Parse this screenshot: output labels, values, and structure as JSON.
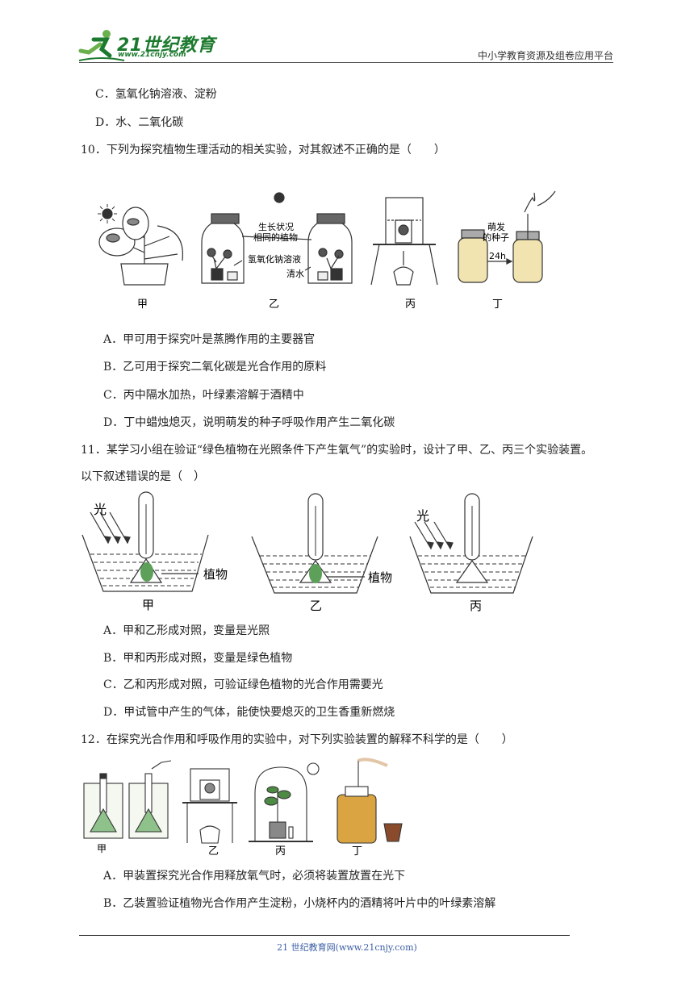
{
  "header": {
    "logo_text": "21世纪教育",
    "logo_url_text": "www.21cnjy.com",
    "platform": "中小学教育资源及组卷应用平台"
  },
  "q9_options": {
    "c": "C．氢氧化钠溶液、淀粉",
    "d": "D．水、二氧化碳"
  },
  "q10": {
    "stem": "10．下列为探究植物生理活动的相关实验，对其叙述不正确的是（　　）",
    "figure_labels": {
      "jia": "甲",
      "yi": "乙",
      "bing": "丙",
      "ding": "丁",
      "same_plants": "生长状况\n相同的植物",
      "same_plants_1": "生长状况",
      "same_plants_2": "相同的植物",
      "naoh": "氢氧化钠溶液",
      "water": "清水",
      "seeds_1": "萌发",
      "seeds_2": "的种子",
      "time": "24h"
    },
    "options": {
      "a": "A．甲可用于探究叶是蒸腾作用的主要器官",
      "b": "B．乙可用于探究二氧化碳是光合作用的原料",
      "c": "C．丙中隔水加热，叶绿素溶解于酒精中",
      "d": "D．丁中蜡烛熄灭，说明萌发的种子呼吸作用产生二氧化碳"
    }
  },
  "q11": {
    "stem_1": "11．某学习小组在验证“绿色植物在光照条件下产生氧气”的实验时，设计了甲、乙、丙三个实验装置。",
    "stem_2": "以下叙述错误的是（　）",
    "figure_labels": {
      "light": "光",
      "plant": "植物",
      "jia": "甲",
      "yi": "乙",
      "bing": "丙"
    },
    "options": {
      "a": "A．甲和乙形成对照，变量是光照",
      "b": "B．甲和丙形成对照，变量是绿色植物",
      "c": "C．乙和丙形成对照，可验证绿色植物的光合作用需要光",
      "d": "D．甲试管中产生的气体，能使快要熄灭的卫生香重新燃烧"
    }
  },
  "q12": {
    "stem": "12．在探究光合作用和呼吸作用的实验中，对下列实验装置的解释不科学的是（　　）",
    "figure_labels": {
      "jia": "甲",
      "yi": "乙",
      "bing": "丙",
      "ding": "丁"
    },
    "options": {
      "a": "A．甲装置探究光合作用释放氧气时，必须将装置放置在光下",
      "b": "B．乙装置验证植物光合作用产生淀粉，小烧杯内的酒精将叶片中的叶绿素溶解"
    }
  },
  "footer": {
    "text": "21 世纪教育网(www.21cnjy.com)"
  },
  "colors": {
    "brand_green": "#1c7a2e",
    "footer_blue": "#3b5ea5"
  }
}
